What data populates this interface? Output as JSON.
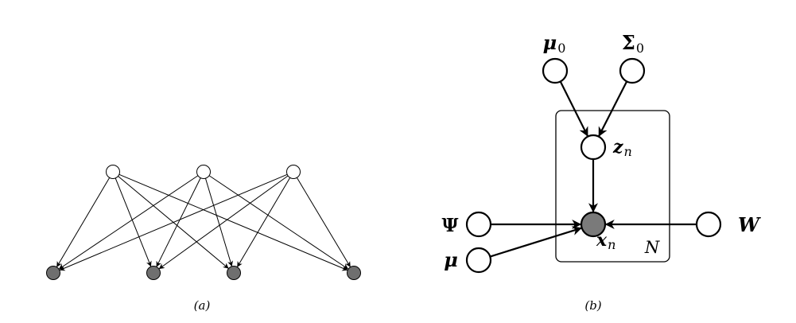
{
  "diagram_a": {
    "caption": "(a)",
    "edges": [
      [
        "h1",
        "o1"
      ],
      [
        "h1",
        "o2"
      ],
      [
        "h1",
        "o3"
      ],
      [
        "h1",
        "o4"
      ],
      [
        "h2",
        "o1"
      ],
      [
        "h2",
        "o2"
      ],
      [
        "h2",
        "o3"
      ],
      [
        "h2",
        "o4"
      ],
      [
        "h3",
        "o1"
      ],
      [
        "h3",
        "o2"
      ],
      [
        "h3",
        "o3"
      ],
      [
        "h3",
        "o4"
      ]
    ],
    "observed_nodes": [
      "o1",
      "o2",
      "o3",
      "o4"
    ],
    "hidden_nodes": [
      "h1",
      "h2",
      "h3"
    ]
  },
  "diagram_b": {
    "caption": "(b)",
    "plate_label": "N",
    "nodes": {
      "mu0": {
        "symbol": "μ",
        "subscript": "0",
        "observed": false
      },
      "sigma0": {
        "symbol": "Σ",
        "subscript": "0",
        "observed": false
      },
      "zn": {
        "symbol": "z",
        "subscript": "n",
        "observed": false
      },
      "xn": {
        "symbol": "x",
        "subscript": "n",
        "observed": true
      },
      "psi": {
        "symbol": "Ψ",
        "subscript": "",
        "observed": false
      },
      "mu": {
        "symbol": "μ",
        "subscript": "",
        "observed": false
      },
      "w": {
        "symbol": "W",
        "subscript": "",
        "observed": false
      }
    },
    "edges": [
      [
        "mu0",
        "zn"
      ],
      [
        "sigma0",
        "zn"
      ],
      [
        "zn",
        "xn"
      ],
      [
        "psi",
        "xn"
      ],
      [
        "mu",
        "xn"
      ],
      [
        "w",
        "xn"
      ]
    ]
  },
  "colors": {
    "observed_fill_a": "#6f6f6f",
    "observed_fill_b": "#7a7a7a",
    "hidden_fill": "#ffffff",
    "stroke": "#000000"
  }
}
